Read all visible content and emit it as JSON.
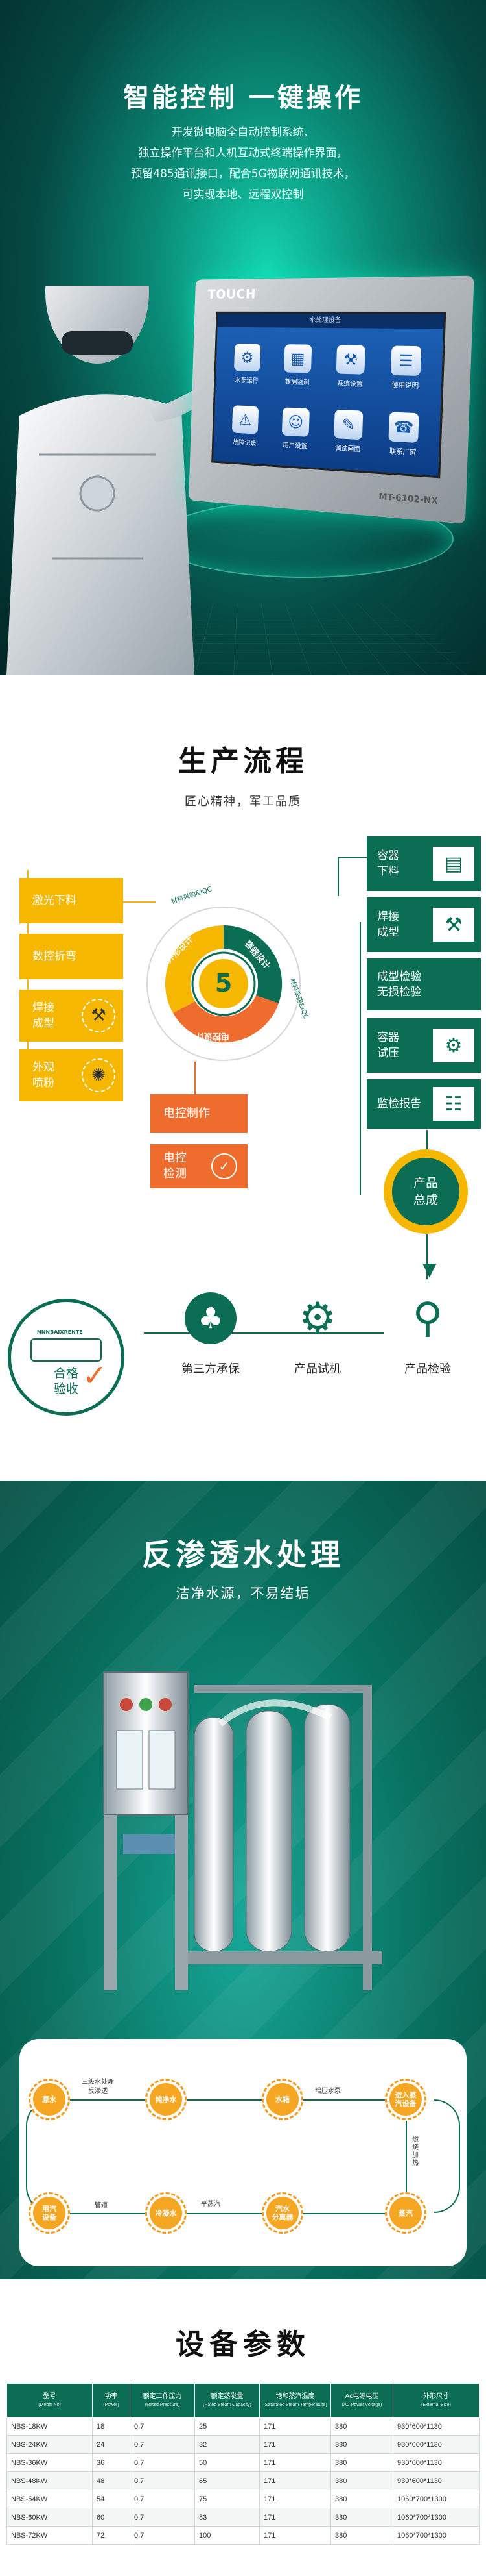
{
  "control": {
    "title": "智能控制 一键操作",
    "desc_lines": [
      "开发微电脑全自动控制系统、",
      "独立操作平台和人机互动式终端操作界面，",
      "预留485通讯接口，配合5G物联网通讯技术，",
      "可实现本地、远程双控制"
    ],
    "monitor_brand": "TOUCH",
    "monitor_model": "MT-6102-NX",
    "screen_header": "水处理设备",
    "screen_icons": [
      {
        "label": "水泵运行",
        "icon": "gear-icon",
        "glyph": "⚙"
      },
      {
        "label": "数据监测",
        "icon": "chart-icon",
        "glyph": "▦"
      },
      {
        "label": "系统设置",
        "icon": "settings-icon",
        "glyph": "⚒"
      },
      {
        "label": "使用说明",
        "icon": "book-icon",
        "glyph": "☰"
      },
      {
        "label": "故障记录",
        "icon": "warning-icon",
        "glyph": "⚠"
      },
      {
        "label": "用户设置",
        "icon": "user-icon",
        "glyph": "☺"
      },
      {
        "label": "调试画面",
        "icon": "wrench-icon",
        "glyph": "✎"
      },
      {
        "label": "联系厂家",
        "icon": "phone-icon",
        "glyph": "☎"
      }
    ]
  },
  "production": {
    "title": "生产流程",
    "subtitle": "匠心精神，军工品质",
    "left_steps": [
      {
        "label": "激光下料",
        "icon": "laser-icon",
        "glyph": "✧"
      },
      {
        "label": "数控折弯",
        "icon": "bend-icon",
        "glyph": "⌒"
      },
      {
        "label": "焊接\n成型",
        "icon": "welder-icon",
        "glyph": "⚒"
      },
      {
        "label": "外观\n喷粉",
        "icon": "spray-icon",
        "glyph": "✺"
      }
    ],
    "right_steps": [
      {
        "label": "容器\n下料",
        "icon": "plates-icon",
        "glyph": "▤"
      },
      {
        "label": "焊接\n成型",
        "icon": "welder-icon",
        "glyph": "⚒"
      },
      {
        "label": "成型检验\n无损检验",
        "icon": "",
        "glyph": ""
      },
      {
        "label": "容器\n试压",
        "icon": "pressure-icon",
        "glyph": "⚙"
      },
      {
        "label": "监检报告",
        "icon": "report-icon",
        "glyph": "☷"
      }
    ],
    "wheel": {
      "labels": [
        "外形设计",
        "容器设计",
        "电控设计"
      ],
      "ring_text": [
        "材料采购&IQC",
        "材料采购&IQC"
      ],
      "center": "5"
    },
    "orange_steps": [
      "电控制作",
      "电控\n检测"
    ],
    "final": "产品\n总成",
    "bottom_steps": [
      {
        "label": "产品检验",
        "icon": "inspect-icon",
        "glyph": "⚲"
      },
      {
        "label": "产品试机",
        "icon": "testrun-icon",
        "glyph": "⚙"
      },
      {
        "label": "第三方承保",
        "icon": "tree-icon",
        "glyph": "♣"
      }
    ],
    "accept_brand": "NNNBAIXRENTE",
    "accept": "合格\n验收"
  },
  "ro": {
    "title": "反渗透水处理",
    "subtitle": "洁净水源，不易结垢",
    "steps": {
      "raw_water": "原水",
      "pure_water": "纯净水",
      "water_tank": "水箱",
      "steam_gen": "进入蒸\n汽设备",
      "steam": "蒸汽",
      "steam_sep": "汽水\n分离器",
      "condensate": "冷凝水",
      "user_equip": "用汽\n设备"
    },
    "connectors": {
      "tri_treat": "三级水处理\n反渗透",
      "boost": "增压水泵",
      "heat": "燃烧加热",
      "level": "平蒸汽",
      "pipe": "管道"
    }
  },
  "params": {
    "title": "设备参数",
    "headers": [
      {
        "cn": "型号",
        "en": "(Model No)"
      },
      {
        "cn": "功率",
        "en": "(Power)"
      },
      {
        "cn": "额定工作压力",
        "en": "(Rated Pressure)"
      },
      {
        "cn": "额定蒸发量",
        "en": "(Rated Steam Capacity)"
      },
      {
        "cn": "饱和蒸汽温度",
        "en": "(Saturated Steam Temperature)"
      },
      {
        "cn": "Ac电源电压",
        "en": "(AC Power Voltage)"
      },
      {
        "cn": "外形尺寸",
        "en": "(External Size)"
      }
    ],
    "rows": [
      [
        "NBS-18KW",
        "18",
        "0.7",
        "25",
        "171",
        "380",
        "930*600*1130"
      ],
      [
        "NBS-24KW",
        "24",
        "0.7",
        "32",
        "171",
        "380",
        "930*600*1130"
      ],
      [
        "NBS-36KW",
        "36",
        "0.7",
        "50",
        "171",
        "380",
        "930*600*1130"
      ],
      [
        "NBS-48KW",
        "48",
        "0.7",
        "65",
        "171",
        "380",
        "930*600*1130"
      ],
      [
        "NBS-54KW",
        "54",
        "0.7",
        "75",
        "171",
        "380",
        "1060*700*1300"
      ],
      [
        "NBS-60KW",
        "60",
        "0.7",
        "83",
        "171",
        "380",
        "1060*700*1300"
      ],
      [
        "NBS-72KW",
        "72",
        "0.7",
        "100",
        "171",
        "380",
        "1060*700*1300"
      ]
    ]
  }
}
